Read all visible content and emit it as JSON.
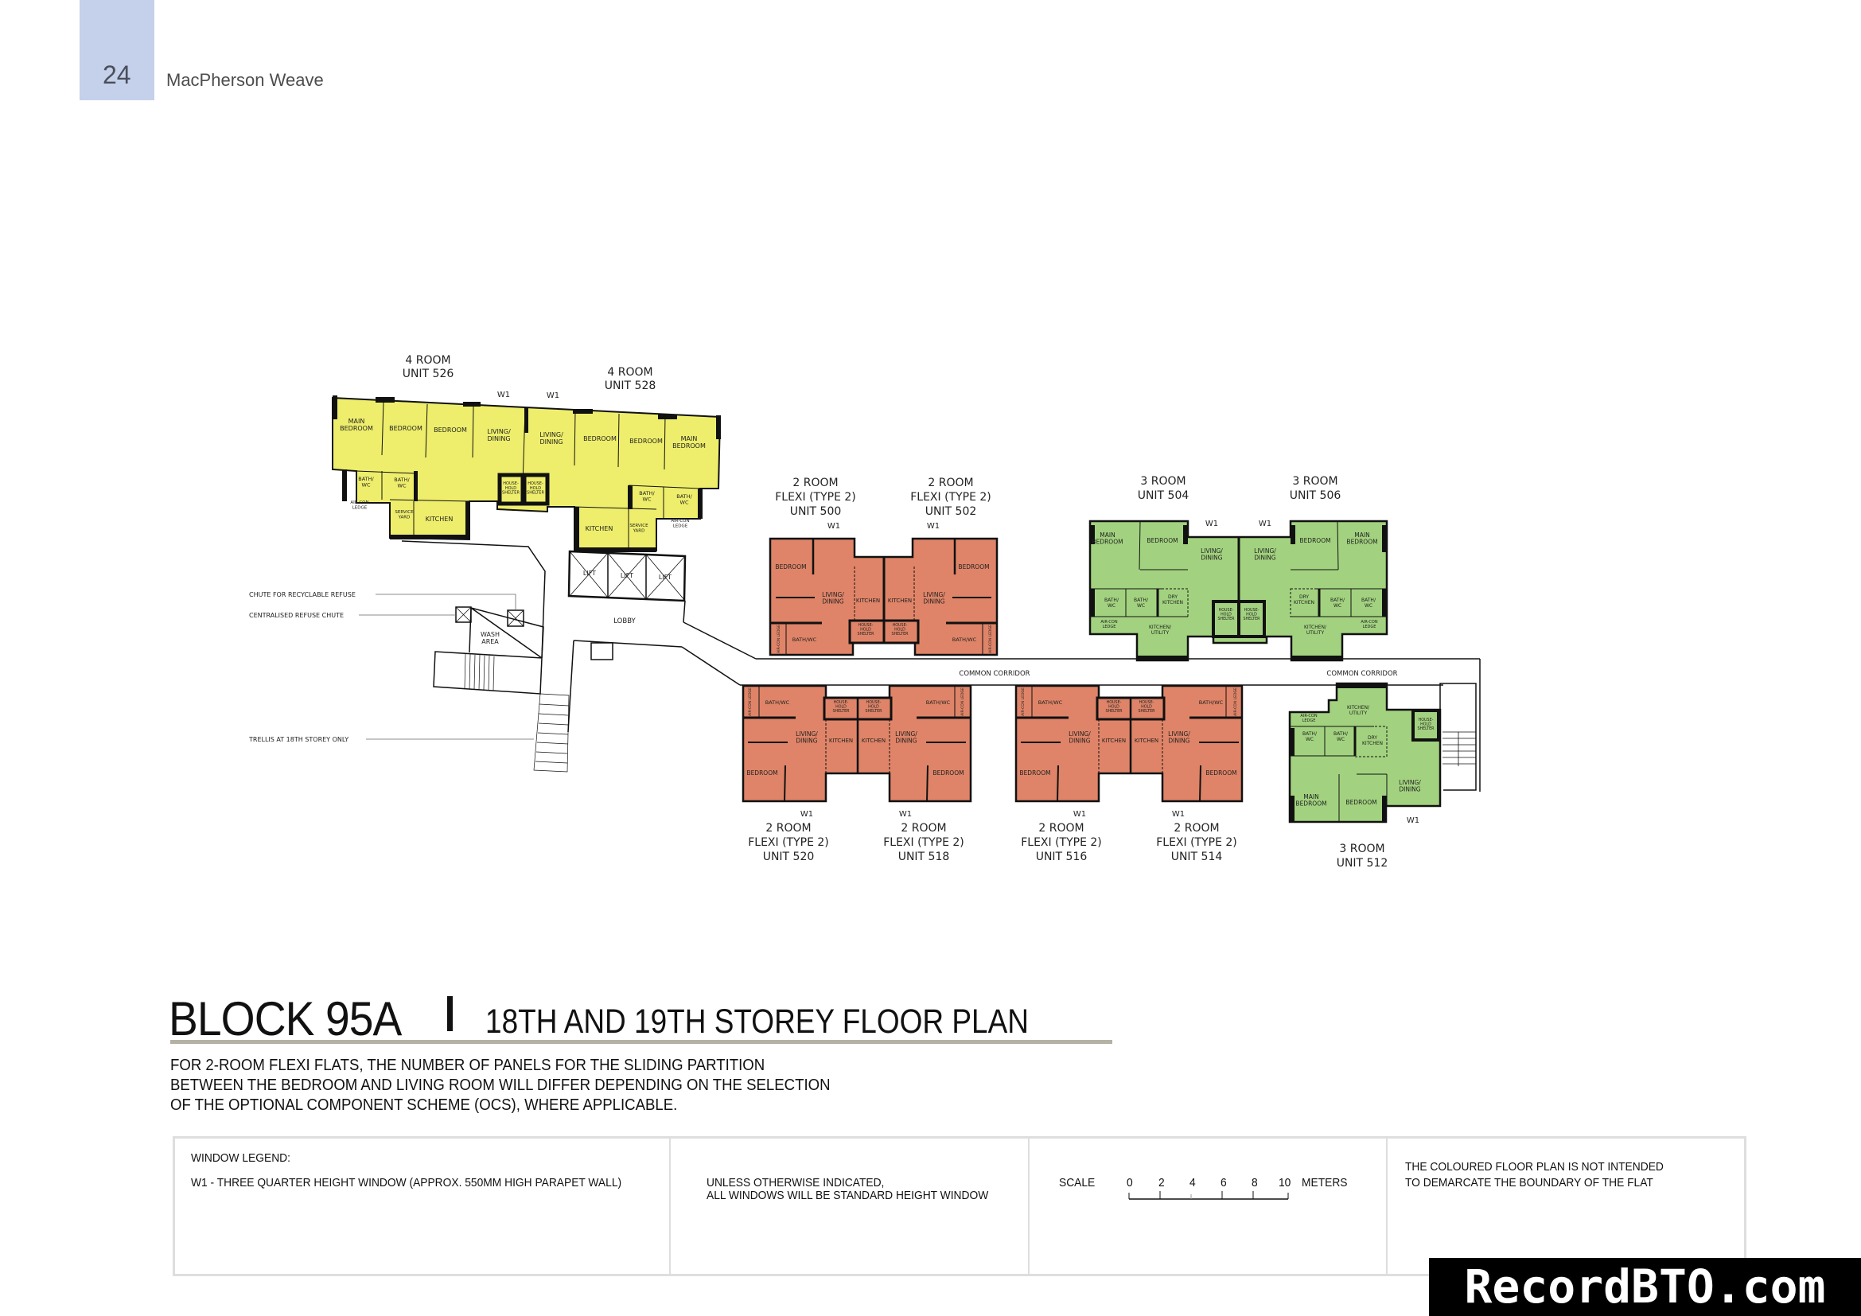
{
  "header": {
    "page_number": "24",
    "project": "MacPherson Weave"
  },
  "title": {
    "block": "BLOCK 95A",
    "separator": "I",
    "subtitle": "18TH AND 19TH STOREY FLOOR PLAN"
  },
  "note_lines": [
    "FOR 2-ROOM FLEXI FLATS, THE NUMBER OF PANELS FOR THE SLIDING PARTITION",
    "BETWEEN THE BEDROOM AND LIVING ROOM WILL DIFFER DEPENDING ON THE SELECTION",
    "OF THE OPTIONAL COMPONENT SCHEME (OCS), WHERE APPLICABLE."
  ],
  "legend": {
    "window_heading": "WINDOW LEGEND:",
    "w1": "W1 -  THREE QUARTER HEIGHT WINDOW (APPROX. 550MM HIGH PARAPET WALL)",
    "standard": [
      "UNLESS OTHERWISE INDICATED,",
      "ALL WINDOWS WILL BE STANDARD HEIGHT WINDOW"
    ],
    "scale_label": "SCALE",
    "scale_ticks": [
      "0",
      "2",
      "4",
      "6",
      "8",
      "10"
    ],
    "scale_unit": "METERS",
    "disclaimer": [
      "THE COLOURED FLOOR PLAN IS NOT INTENDED",
      "TO DEMARCATE THE BOUNDARY OF THE FLAT"
    ]
  },
  "watermark": "RecordBTO.com",
  "colors": {
    "four_room": "#eeee6c",
    "two_room_flexi": "#df8468",
    "three_room": "#a2d27f",
    "header_box": "#c5d0ea"
  },
  "plan": {
    "common": {
      "corridor": "COMMON CORRIDOR",
      "lobby": "LOBBY",
      "lift": "LIFT",
      "wash_area": [
        "WASH",
        "AREA"
      ],
      "chute_recyclable": "CHUTE FOR RECYCLABLE REFUSE",
      "chute_central": "CENTRALISED REFUSE CHUTE",
      "trellis": "TRELLIS AT 18TH STOREY ONLY"
    },
    "units": {
      "u526": {
        "type": "4 ROOM",
        "unit": "UNIT 526",
        "window": "W1",
        "rooms": {
          "main_bedroom": [
            "MAIN",
            "BEDROOM"
          ],
          "bedroom": "BEDROOM",
          "living": [
            "LIVING/",
            "DINING"
          ],
          "bath": [
            "BATH/",
            "WC"
          ],
          "aircon": [
            "AIR-CON",
            "LEDGE"
          ],
          "service": [
            "SERVICE",
            "YARD"
          ],
          "kitchen": "KITCHEN",
          "shelter": [
            "HOUSE-",
            "HOLD",
            "SHELTER"
          ]
        }
      },
      "u528": {
        "type": "4 ROOM",
        "unit": "UNIT 528",
        "window": "W1",
        "rooms": {
          "main_bedroom": [
            "MAIN",
            "BEDROOM"
          ],
          "bedroom": "BEDROOM",
          "living": [
            "LIVING/",
            "DINING"
          ],
          "bath": [
            "BATH/",
            "WC"
          ],
          "aircon": [
            "AIR-CON",
            "LEDGE"
          ],
          "service": [
            "SERVICE",
            "YARD"
          ],
          "kitchen": "KITCHEN",
          "shelter": [
            "HOUSE-",
            "HOLD",
            "SHELTER"
          ]
        }
      },
      "u500": {
        "type": "2 ROOM",
        "subtype": "FLEXI (TYPE 2)",
        "unit": "UNIT 500",
        "window": "W1",
        "rooms": {
          "bedroom": "BEDROOM",
          "living": [
            "LIVING/",
            "DINING"
          ],
          "kitchen": "KITCHEN",
          "bath": "BATH/WC",
          "aircon": "AIR-CON LEDGE",
          "shelter": [
            "HOUSE-",
            "HOLD",
            "SHELTER"
          ]
        }
      },
      "u502": {
        "type": "2 ROOM",
        "subtype": "FLEXI (TYPE 2)",
        "unit": "UNIT 502",
        "window": "W1",
        "rooms": {
          "bedroom": "BEDROOM",
          "living": [
            "LIVING/",
            "DINING"
          ],
          "kitchen": "KITCHEN",
          "bath": "BATH/WC",
          "aircon": "AIR-CON LEDGE",
          "shelter": [
            "HOUSE-",
            "HOLD",
            "SHELTER"
          ]
        }
      },
      "u520": {
        "type": "2 ROOM",
        "subtype": "FLEXI (TYPE 2)",
        "unit": "UNIT 520",
        "window": "W1",
        "rooms": {
          "bedroom": "BEDROOM",
          "living": [
            "LIVING/",
            "DINING"
          ],
          "kitchen": "KITCHEN",
          "bath": "BATH/WC",
          "aircon": "AIR-CON LEDGE",
          "shelter": [
            "HOUSE-",
            "HOLD",
            "SHELTER"
          ]
        }
      },
      "u518": {
        "type": "2 ROOM",
        "subtype": "FLEXI (TYPE 2)",
        "unit": "UNIT 518",
        "window": "W1",
        "rooms": {
          "bedroom": "BEDROOM",
          "living": [
            "LIVING/",
            "DINING"
          ],
          "kitchen": "KITCHEN",
          "bath": "BATH/WC",
          "aircon": "AIR-CON LEDGE",
          "shelter": [
            "HOUSE-",
            "HOLD",
            "SHELTER"
          ]
        }
      },
      "u516": {
        "type": "2 ROOM",
        "subtype": "FLEXI (TYPE 2)",
        "unit": "UNIT 516",
        "window": "W1",
        "rooms": {
          "bedroom": "BEDROOM",
          "living": [
            "LIVING/",
            "DINING"
          ],
          "kitchen": "KITCHEN",
          "bath": "BATH/WC",
          "aircon": "AIR-CON LEDGE",
          "shelter": [
            "HOUSE-",
            "HOLD",
            "SHELTER"
          ]
        }
      },
      "u514": {
        "type": "2 ROOM",
        "subtype": "FLEXI (TYPE 2)",
        "unit": "UNIT 514",
        "window": "W1",
        "rooms": {
          "bedroom": "BEDROOM",
          "living": [
            "LIVING/",
            "DINING"
          ],
          "kitchen": "KITCHEN",
          "bath": "BATH/WC",
          "aircon": "AIR-CON LEDGE",
          "shelter": [
            "HOUSE-",
            "HOLD",
            "SHELTER"
          ]
        }
      },
      "u504": {
        "type": "3 ROOM",
        "unit": "UNIT 504",
        "window": "W1",
        "rooms": {
          "main_bedroom": [
            "MAIN",
            "BEDROOM"
          ],
          "bedroom": "BEDROOM",
          "living": [
            "LIVING/",
            "DINING"
          ],
          "bath": [
            "BATH/",
            "WC"
          ],
          "dry_kitchen": [
            "DRY",
            "KITCHEN"
          ],
          "kitchen_utility": [
            "KITCHEN/",
            "UTILITY"
          ],
          "aircon": [
            "AIR-CON",
            "LEDGE"
          ],
          "shelter": [
            "HOUSE-",
            "HOLD",
            "SHELTER"
          ]
        }
      },
      "u506": {
        "type": "3 ROOM",
        "unit": "UNIT 506",
        "window": "W1",
        "rooms": {
          "main_bedroom": [
            "MAIN",
            "BEDROOM"
          ],
          "bedroom": "BEDROOM",
          "living": [
            "LIVING/",
            "DINING"
          ],
          "bath": [
            "BATH/",
            "WC"
          ],
          "dry_kitchen": [
            "DRY",
            "KITCHEN"
          ],
          "kitchen_utility": [
            "KITCHEN/",
            "UTILITY"
          ],
          "aircon": [
            "AIR-CON",
            "LEDGE"
          ],
          "shelter": [
            "HOUSE-",
            "HOLD",
            "SHELTER"
          ]
        }
      },
      "u512": {
        "type": "3 ROOM",
        "unit": "UNIT 512",
        "window": "W1",
        "rooms": {
          "main_bedroom": [
            "MAIN",
            "BEDROOM"
          ],
          "bedroom": "BEDROOM",
          "living": [
            "LIVING/",
            "DINING"
          ],
          "bath": [
            "BATH/",
            "WC"
          ],
          "dry_kitchen": [
            "DRY",
            "KITCHEN"
          ],
          "kitchen_utility": [
            "KITCHEN/",
            "UTILITY"
          ],
          "aircon": [
            "AIR-CON",
            "LEDGE"
          ],
          "shelter": [
            "HOUSE-",
            "HOLD",
            "SHELTER"
          ]
        }
      }
    }
  }
}
